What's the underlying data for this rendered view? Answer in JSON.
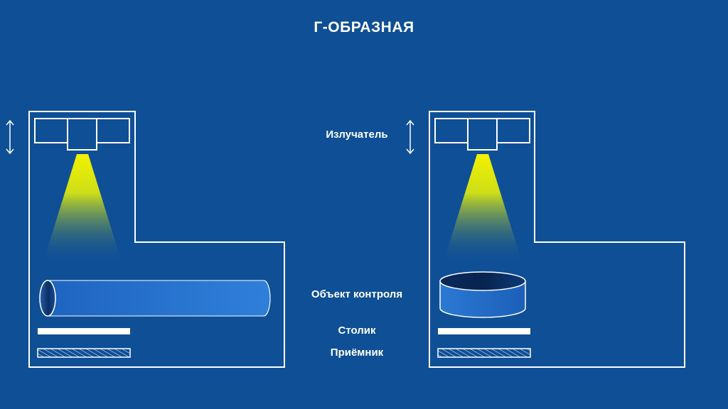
{
  "title": "Г-ОБРАЗНАЯ",
  "labels": {
    "emitter": "Излучатель",
    "object": "Объект контроля",
    "table": "Столик",
    "receiver": "Приёмник"
  },
  "colors": {
    "background": "#0f4f96",
    "outline": "#ffffff",
    "beam_top": "#f2f200",
    "beam_bottom": "#0f4f96",
    "object_fill_light": "#2f7fd8",
    "object_fill_dark": "#0b3a7a"
  },
  "icons": {
    "height_adjust": "double-arrow-vertical-icon"
  }
}
